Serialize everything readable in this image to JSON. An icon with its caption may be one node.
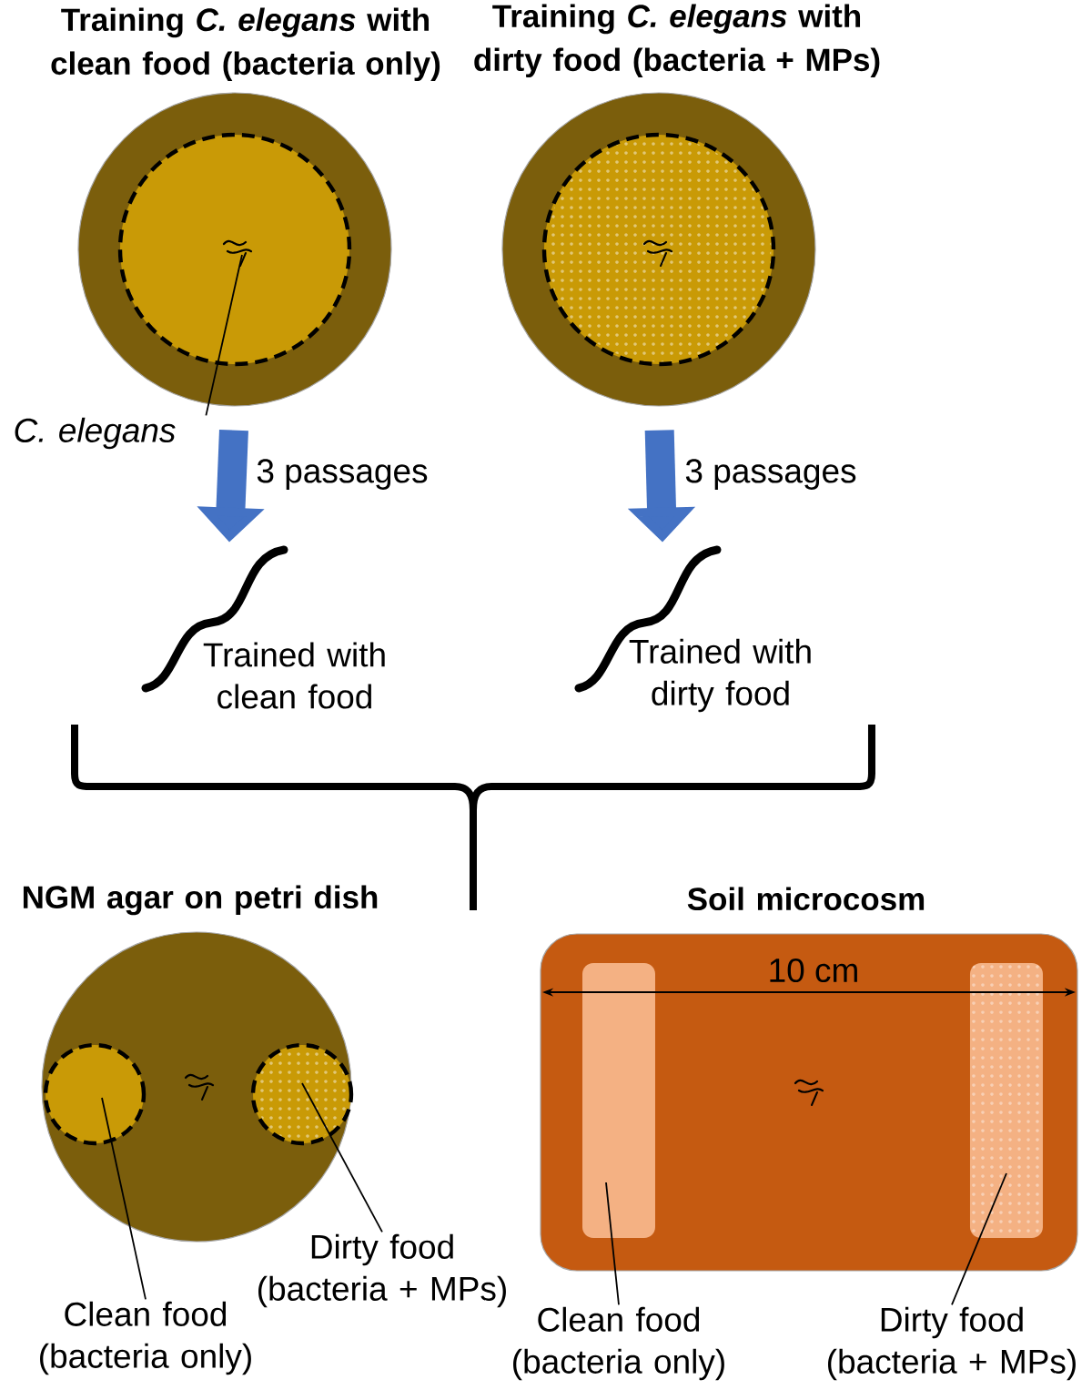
{
  "diagram": {
    "nodes": [
      {
        "text": [
          "Training *C. elegans* with clean food (bacteria only)"
        ]
      },
      {
        "text": [],
        "shape": "circle",
        "in": 0
      },
      {
        "text": [],
        "shape": "picture",
        "in": 1
      },
      {
        "text": [
          "C. elegans"
        ]
      },
      {
        "text": [
          "Training *C. elegans* with dirty food (bacteria + MPs)"
        ]
      },
      {
        "text": [],
        "shape": "circle",
        "in": 4
      },
      {
        "text": [
          "Trained with clean food"
        ]
      },
      {
        "text": [
          "Trained with dirty food"
        ]
      },
      {
        "text": [
          "NGM agar on petri dish"
        ]
      },
      {
        "text": [],
        "shape": "circle",
        "in": 8
      },
      {
        "text": [],
        "shape": "circle",
        "in": 8
      },
      {
        "text": [
          "Clean food (bacteria only)"
        ]
      },
      {
        "text": [
          "Dirty food (bacteria + MPs)"
        ]
      },
      {
        "text": [
          "Soil microcosm"
        ]
      },
      {
        "text": [],
        "shape": "box",
        "in": 13
      },
      {
        "text": [],
        "shape": "box",
        "in": 13
      },
      {
        "text": [
          "Clean food (bacteria only)"
        ]
      },
      {
        "text": [
          "Dirty food (bacteria + MPs)"
        ]
      }
    ],
    "edges": [
      {
        "from": 3,
        "to": 2,
        "arrow": "none"
      },
      {
        "from": 0,
        "to": 6,
        "arrow": "to",
        "label": "3 passages",
        "style": "thick",
        "color": "#4472c4"
      },
      {
        "from": 4,
        "to": 7,
        "arrow": "to",
        "label": "3 passages",
        "style": "thick",
        "color": "#4472c4"
      },
      {
        "from": 11,
        "to": 9,
        "arrow": "none"
      },
      {
        "from": 12,
        "to": 10,
        "arrow": "none"
      },
      {
        "from": 16,
        "to": 14,
        "arrow": "none"
      },
      {
        "from": 17,
        "to": 15,
        "arrow": "none"
      }
    ],
    "labels": [
      "10 cm"
    ]
  }
}
